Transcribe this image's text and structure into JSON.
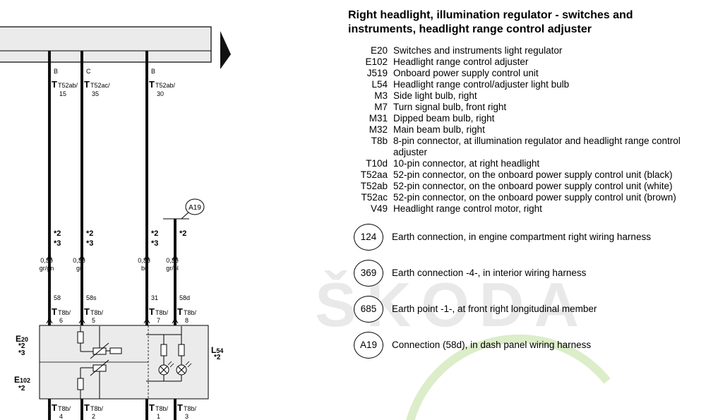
{
  "wires": [
    {
      "col": "B",
      "pin": "T52ab/",
      "pinnum": "15",
      "marks": [
        "*2",
        "*3"
      ],
      "size": "0,35",
      "color": "gr/gn",
      "term": "58",
      "conn": "T8b/",
      "connnum": "6",
      "bottom": "T8b/",
      "bottomnum": "4"
    },
    {
      "col": "C",
      "pin": "T52ac/",
      "pinnum": "35",
      "marks": [
        "*2",
        "*3"
      ],
      "size": "0,35",
      "color": "gr",
      "term": "58s",
      "conn": "T8b/",
      "connnum": "5",
      "bottom": "T8b/",
      "bottomnum": "2"
    },
    {
      "col": "B",
      "pin": "T52ab/",
      "pinnum": "30",
      "marks": [
        "*2",
        "*3"
      ],
      "size": "0,35",
      "color": "br",
      "term": "31",
      "conn": "T8b/",
      "connnum": "7",
      "bottom": "T8b/",
      "bottomnum": "1"
    },
    {
      "col": "",
      "pin": "",
      "pinnum": "",
      "marks": [
        "*2"
      ],
      "size": "0,35",
      "color": "gr/bl",
      "term": "58d",
      "conn": "T8b/",
      "connnum": "8",
      "bottom": "T8b/",
      "bottomnum": "3"
    }
  ],
  "diagram": {
    "connection_badge": "A19",
    "component_left_top": {
      "name": "E",
      "sub": "20",
      "marks": [
        "*2",
        "*3"
      ]
    },
    "component_left_bottom": {
      "name": "E",
      "sub": "102",
      "marks": [
        "*2"
      ]
    },
    "component_right": {
      "name": "L",
      "sub": "54",
      "marks": [
        "*2"
      ]
    }
  },
  "legend": {
    "title_line1": "Right headlight, illumination regulator - switches and",
    "title_line2": "instruments, headlight range control adjuster",
    "items": [
      {
        "code": "E20",
        "desc": "Switches and instruments light regulator"
      },
      {
        "code": "E102",
        "desc": "Headlight range control adjuster"
      },
      {
        "code": "J519",
        "desc": "Onboard power supply control unit"
      },
      {
        "code": "L54",
        "desc": "Headlight range control/adjuster light bulb"
      },
      {
        "code": "M3",
        "desc": "Side light bulb, right"
      },
      {
        "code": "M7",
        "desc": "Turn signal bulb, front right"
      },
      {
        "code": "M31",
        "desc": "Dipped beam bulb, right"
      },
      {
        "code": "M32",
        "desc": "Main beam bulb, right"
      },
      {
        "code": "T8b",
        "desc": "8-pin connector, at illumination regulator and headlight range control adjuster"
      },
      {
        "code": "T10d",
        "desc": "10-pin connector, at right headlight"
      },
      {
        "code": "T52aa",
        "desc": "52-pin connector, on the onboard power supply control unit (black)"
      },
      {
        "code": "T52ab",
        "desc": "52-pin connector, on the onboard power supply control unit (white)"
      },
      {
        "code": "T52ac",
        "desc": "52-pin connector, on the onboard power supply control unit (brown)"
      },
      {
        "code": "V49",
        "desc": "Headlight range control motor, right"
      }
    ],
    "earths": [
      {
        "code": "124",
        "desc": "Earth connection, in engine compartment right wiring harness"
      },
      {
        "code": "369",
        "desc": "Earth connection -4-, in interior wiring harness"
      },
      {
        "code": "685",
        "desc": "Earth point -1-, at front right longitudinal member"
      },
      {
        "code": "A19",
        "desc": "Connection (58d), in dash panel wiring harness"
      }
    ]
  },
  "watermark_text": "ŠKODA"
}
